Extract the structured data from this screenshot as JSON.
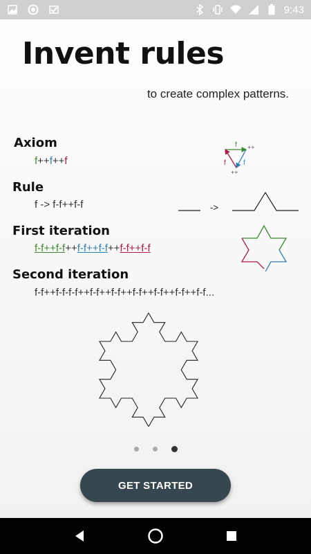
{
  "status_bar": {
    "time": "9:43",
    "icons_left": [
      "image-icon",
      "circle-icon",
      "check-icon"
    ],
    "icons_right": [
      "bluetooth-icon",
      "vibrate-icon",
      "wifi-icon",
      "signal-icon",
      "battery-icon"
    ]
  },
  "headline": "Invent rules",
  "subhead": "to create complex patterns.",
  "axiom": {
    "title": "Axiom",
    "parts": [
      "f",
      "++",
      "f",
      "++",
      "f"
    ],
    "diagram_labels": {
      "top": "f",
      "left": "f",
      "right": "f",
      "turn1": "++",
      "turn2": "++"
    }
  },
  "rule": {
    "title": "Rule",
    "text": "f -> f-f++f-f",
    "arrow": "->"
  },
  "first_iteration": {
    "title": "First iteration",
    "seg1": "f-f++f-f",
    "sep1": "++",
    "seg2": "f-f++f-f",
    "sep2": "++",
    "seg3": "f-f++f-f"
  },
  "second_iteration": {
    "title": "Second iteration",
    "text": "f-f++f-f-f-f++f-f++f-f++f-f++f-f++f-f++f-f..."
  },
  "pager": {
    "pages": 3,
    "active": 3
  },
  "cta": {
    "label": "GET STARTED"
  },
  "nav": {
    "icons": [
      "back-icon",
      "home-icon",
      "recents-icon"
    ]
  },
  "colors": {
    "green": "#3b8a2e",
    "blue": "#2c7fb8",
    "red": "#b01848",
    "button": "#37474f"
  }
}
